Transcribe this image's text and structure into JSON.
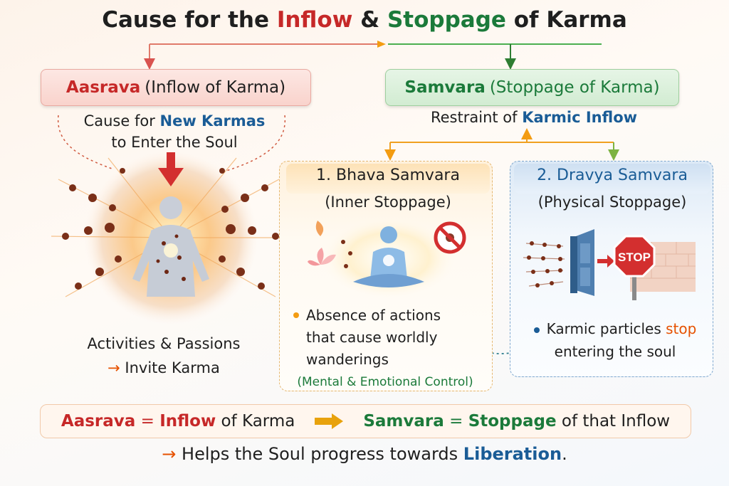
{
  "title": {
    "p1": "Cause for the",
    "inflow": "Inflow",
    "amp": "&",
    "stoppage": "Stoppage",
    "p2": "of Karma"
  },
  "aasrava": {
    "name": "Aasrava",
    "desc": "(Inflow of Karma)",
    "cause_p1": "Cause for",
    "cause_hl": "New Karmas",
    "cause_line2": "to Enter the Soul",
    "activities": "Activities & Passions",
    "invite": "Invite Karma"
  },
  "samvara": {
    "name": "Samvara",
    "desc": "(Stoppage of Karma)",
    "restraint_p1": "Restraint of",
    "restraint_hl": "Karmic Inflow"
  },
  "bhava": {
    "heading": "1. Bhava Samvara",
    "sub": "(Inner Stoppage)",
    "bullet_lines": [
      "Absence of actions",
      "that cause worldly",
      "wanderings"
    ],
    "note": "(Mental & Emotional Control)"
  },
  "dravya": {
    "heading": "2. Dravya Samvara",
    "sub": "(Physical Stoppage)",
    "stop_sign": "STOP",
    "bullet_p1": "Karmic particles",
    "bullet_hl": "stop",
    "bullet_line2": "entering the soul"
  },
  "summary": {
    "aasrava": "Aasrava",
    "eq1": "=",
    "inflow": "Inflow",
    "of_karma": "of Karma",
    "samvara": "Samvara",
    "eq2": "=",
    "stoppage": "Stoppage",
    "rest": "of that Inflow"
  },
  "footer": {
    "p1": "Helps the Soul progress towards",
    "hl": "Liberation",
    "end": "."
  },
  "icons": [
    "arrow-icon",
    "meditating-figure-icon",
    "lotus-icon",
    "prohibited-icon",
    "door-icon",
    "stop-sign-icon",
    "brick-wall-icon"
  ],
  "colors": {
    "inflow": "#c62828",
    "stoppage": "#1b7a3a",
    "highlight": "#1a5c96",
    "accent": "#e65100"
  }
}
